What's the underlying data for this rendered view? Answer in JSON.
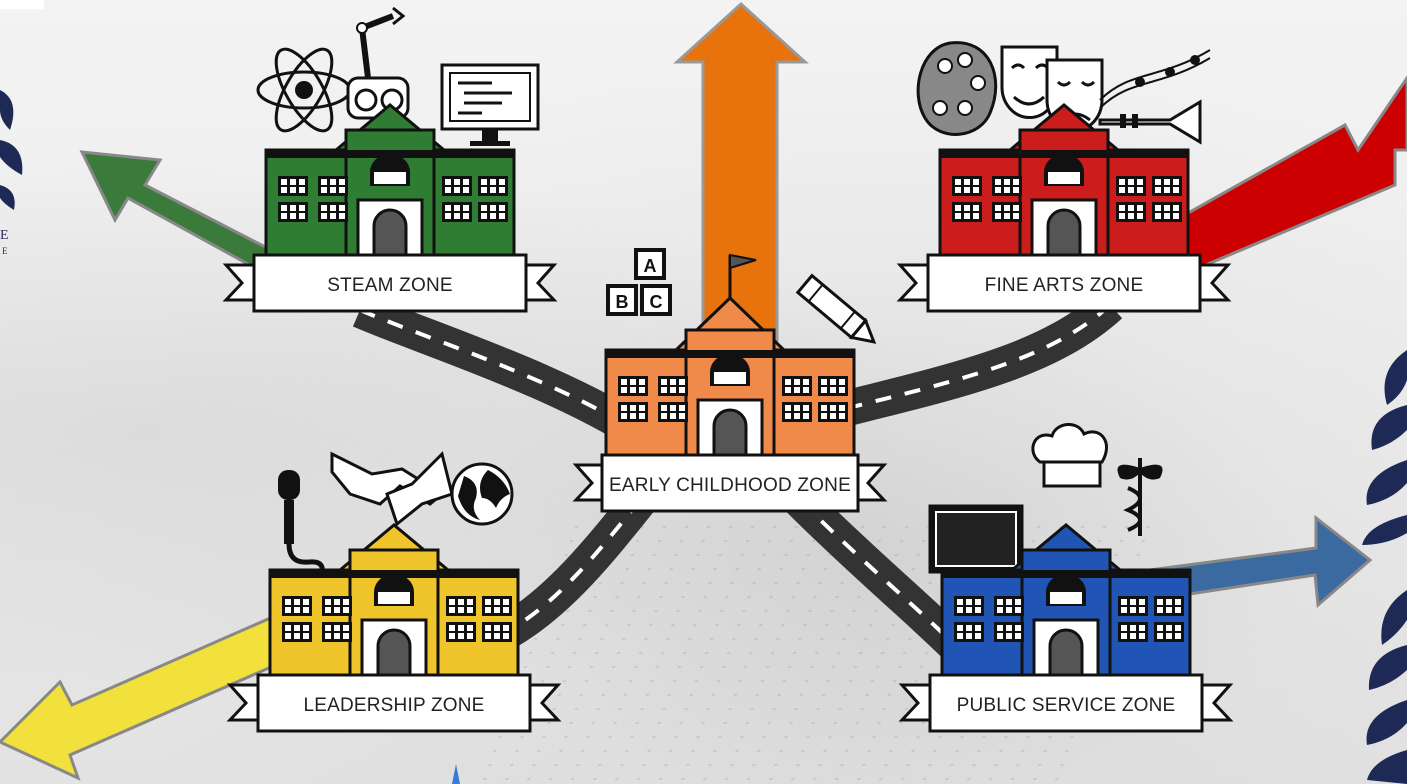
{
  "zones": {
    "steam": {
      "label": "STEAM ZONE",
      "color": "#2e7d32"
    },
    "fine_arts": {
      "label": "FINE ARTS ZONE",
      "color": "#cc1d1d"
    },
    "early_childhood": {
      "label": "EARLY CHILDHOOD ZONE",
      "color": "#f08a4b"
    },
    "leadership": {
      "label": "LEADERSHIP ZONE",
      "color": "#f0c52c"
    },
    "public_service": {
      "label": "PUBLIC SERVICE ZONE",
      "color": "#2155b5"
    }
  },
  "arrows": {
    "green": "#3a7a3a",
    "orange": "#e8720c",
    "red": "#cc0000",
    "yellow": "#f2e03c",
    "blue": "#3b6aa0"
  },
  "blocks": {
    "a": "A",
    "b": "B",
    "c": "C"
  },
  "side_text": {
    "left_1": "E",
    "left_2": "E"
  }
}
